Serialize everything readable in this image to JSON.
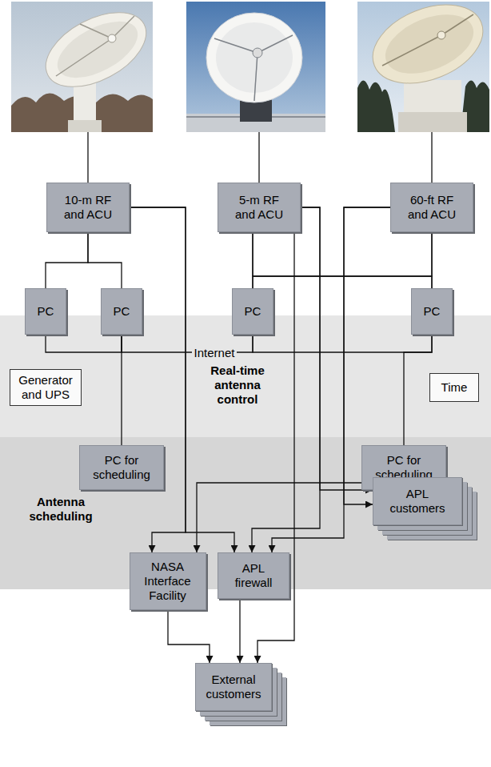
{
  "diagram": {
    "nodes": [
      {
        "text": [
          "10-m RF and ACU"
        ]
      },
      {
        "text": [
          "5-m RF and ACU"
        ]
      },
      {
        "text": [
          "60-ft RF and ACU"
        ]
      },
      {
        "text": [
          "PC"
        ]
      },
      {
        "text": [
          "PC"
        ]
      },
      {
        "text": [
          "PC"
        ]
      },
      {
        "text": [
          "PC"
        ]
      },
      {
        "text": [
          "Real-time antenna control"
        ]
      },
      {
        "text": [
          "Generator and UPS"
        ],
        "in": 7
      },
      {
        "text": [
          "Time"
        ],
        "in": 7
      },
      {
        "text": [
          "Antenna scheduling"
        ]
      },
      {
        "text": [
          "PC for scheduling"
        ],
        "in": 10
      },
      {
        "text": [
          "PC for scheduling"
        ],
        "in": 10
      },
      {
        "text": [
          "APL customers"
        ],
        "in": 10
      },
      {
        "text": [
          "NASA Interface Facility"
        ]
      },
      {
        "text": [
          "APL firewall"
        ]
      },
      {
        "text": [
          "External customers"
        ]
      }
    ],
    "edges": [
      {
        "from": 0,
        "to": 3,
        "arrow": "none"
      },
      {
        "from": 0,
        "to": 4,
        "arrow": "none"
      },
      {
        "from": 1,
        "to": 5,
        "arrow": "none"
      },
      {
        "from": 1,
        "to": 6,
        "arrow": "none"
      },
      {
        "from": 2,
        "to": 5,
        "arrow": "none"
      },
      {
        "from": 2,
        "to": 6,
        "arrow": "none"
      },
      {
        "from": 3,
        "to": 4,
        "arrow": "none"
      },
      {
        "from": 4,
        "to": 5,
        "label": "Internet",
        "arrow": "none"
      },
      {
        "from": 5,
        "to": 6,
        "arrow": "none"
      },
      {
        "from": 4,
        "to": 11,
        "arrow": "none"
      },
      {
        "from": 6,
        "to": 12,
        "arrow": "none"
      },
      {
        "from": 0,
        "to": 14,
        "arrow": "to"
      },
      {
        "from": 0,
        "to": 15,
        "arrow": "to"
      },
      {
        "from": 1,
        "to": 13,
        "arrow": "to"
      },
      {
        "from": 1,
        "to": 15,
        "arrow": "to"
      },
      {
        "from": 1,
        "to": 16,
        "arrow": "to"
      },
      {
        "from": 2,
        "to": 13,
        "arrow": "to"
      },
      {
        "from": 2,
        "to": 15,
        "arrow": "to"
      },
      {
        "from": 14,
        "to": 13,
        "arrow": "both"
      },
      {
        "from": 14,
        "to": 16,
        "arrow": "to"
      },
      {
        "from": 15,
        "to": 16,
        "arrow": "to"
      }
    ]
  }
}
